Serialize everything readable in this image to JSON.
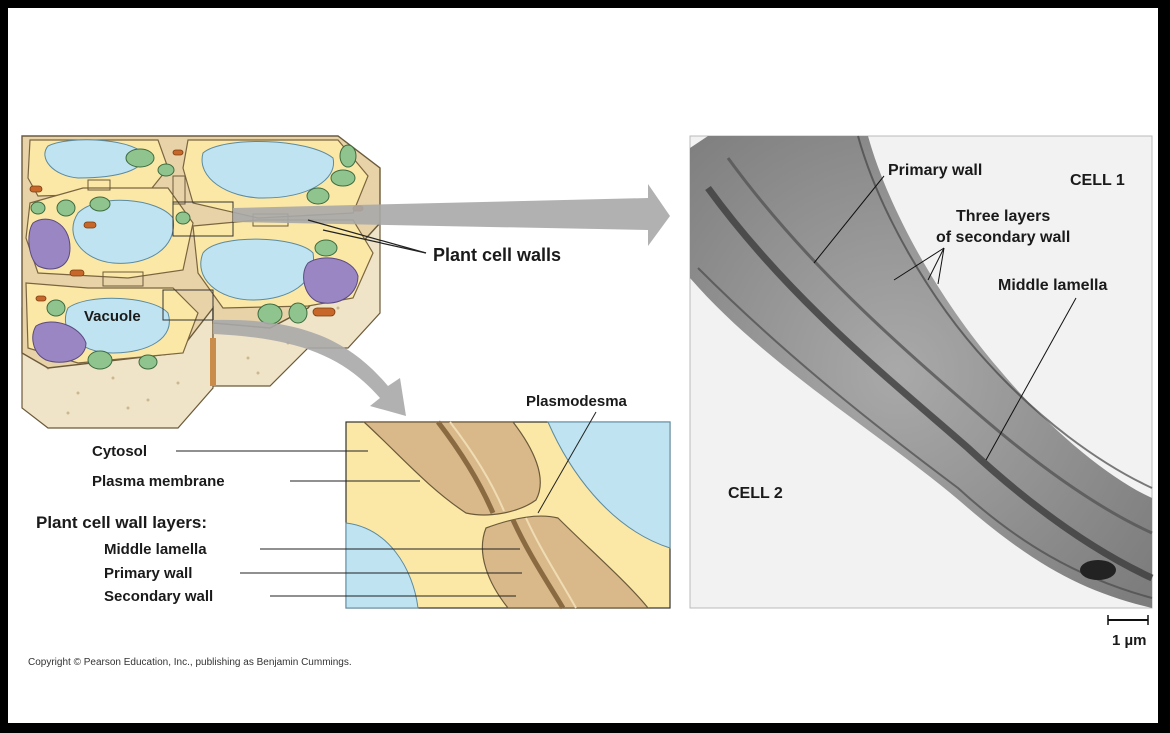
{
  "diagram": {
    "labels": {
      "vacuole": "Vacuole",
      "plant_cell_walls": "Plant cell walls",
      "plasmodesma": "Plasmodesma",
      "cytosol": "Cytosol",
      "plasma_membrane": "Plasma membrane",
      "wall_layers_heading": "Plant cell wall layers:",
      "middle_lamella": "Middle lamella",
      "primary_wall": "Primary wall",
      "secondary_wall": "Secondary wall"
    },
    "micrograph": {
      "primary_wall": "Primary wall",
      "cell1": "CELL 1",
      "three_layers_line1": "Three layers",
      "three_layers_line2": "of secondary wall",
      "middle_lamella": "Middle lamella",
      "cell2": "CELL 2",
      "scale_bar": "1 µm"
    },
    "copyright": "Copyright © Pearson Education, Inc., publishing as Benjamin Cummings."
  },
  "colors": {
    "wall": "#e8d3a8",
    "wall_dark": "#c9a97a",
    "vacuole": "#bfe3f0",
    "cytosol": "#fbe8a6",
    "chloroplast": "#8fc48f",
    "nucleus": "#9b86c4",
    "mitochondrion": "#c7682a",
    "tissue_base": "#efe3c8",
    "arrow": "#a8a8a8"
  }
}
